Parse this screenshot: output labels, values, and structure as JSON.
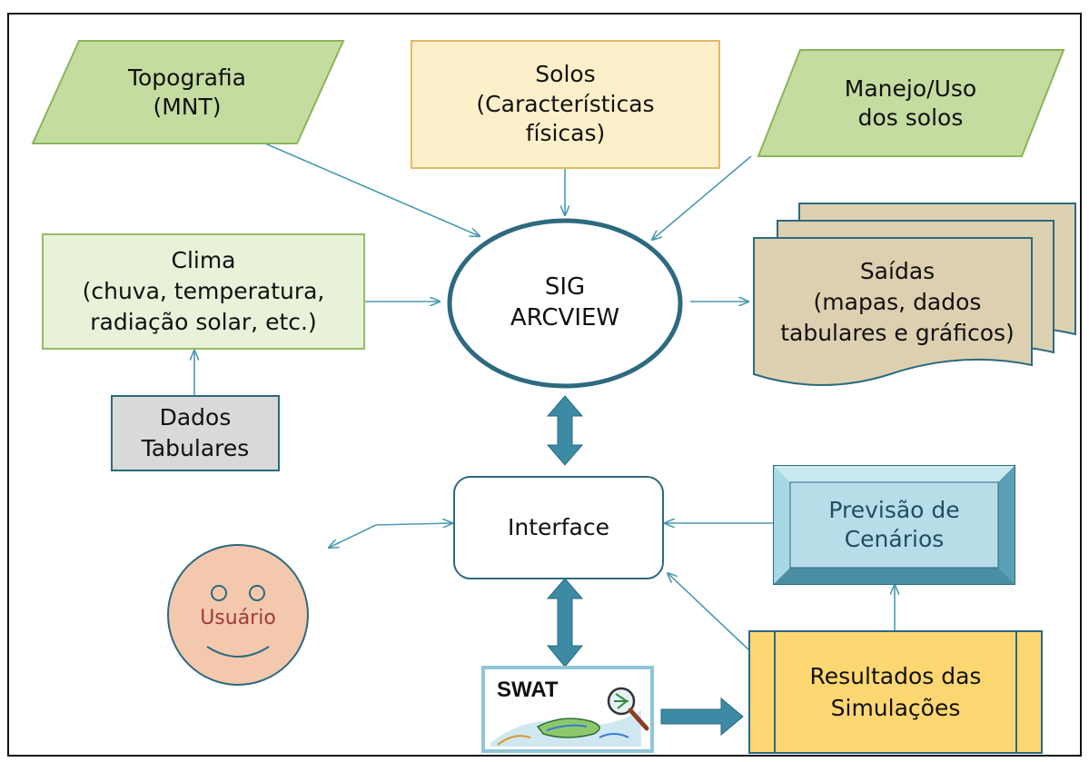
{
  "nodes": {
    "topografia": "Topografia\n(MNT)",
    "solos": "Solos\n(Características\nfísicas)",
    "manejo": "Manejo/Uso\ndos solos",
    "clima": "Clima\n(chuva, temperatura,\nradiação solar, etc.)",
    "sig": "SIG\nARCVIEW",
    "saidas": "Saídas\n(mapas, dados\ntabulares e gráficos)",
    "dados_tabulares": "Dados\nTabulares",
    "interface": "Interface",
    "previsao": "Previsão de\nCenários",
    "usuario": "Usuário",
    "swat": "SWAT",
    "resultados": "Resultados das\nSimulações"
  },
  "colors": {
    "green_fill": "#c4dca0",
    "green_stroke": "#8bb45a",
    "yellow_fill": "#fdefc9",
    "yellow_stroke": "#e1b965",
    "light_green_fill": "#e8f2d8",
    "light_green_stroke": "#96bb66",
    "gray_fill": "#d9d9d9",
    "teal_stroke": "#2c6a80",
    "arrow": "#4a9bb0",
    "tan_fill": "#ddd0b0",
    "blue_fill": "#b7dde8",
    "face_fill": "#f4c8ac",
    "face_text": "#a03a3a",
    "results_fill": "#fdd771"
  }
}
